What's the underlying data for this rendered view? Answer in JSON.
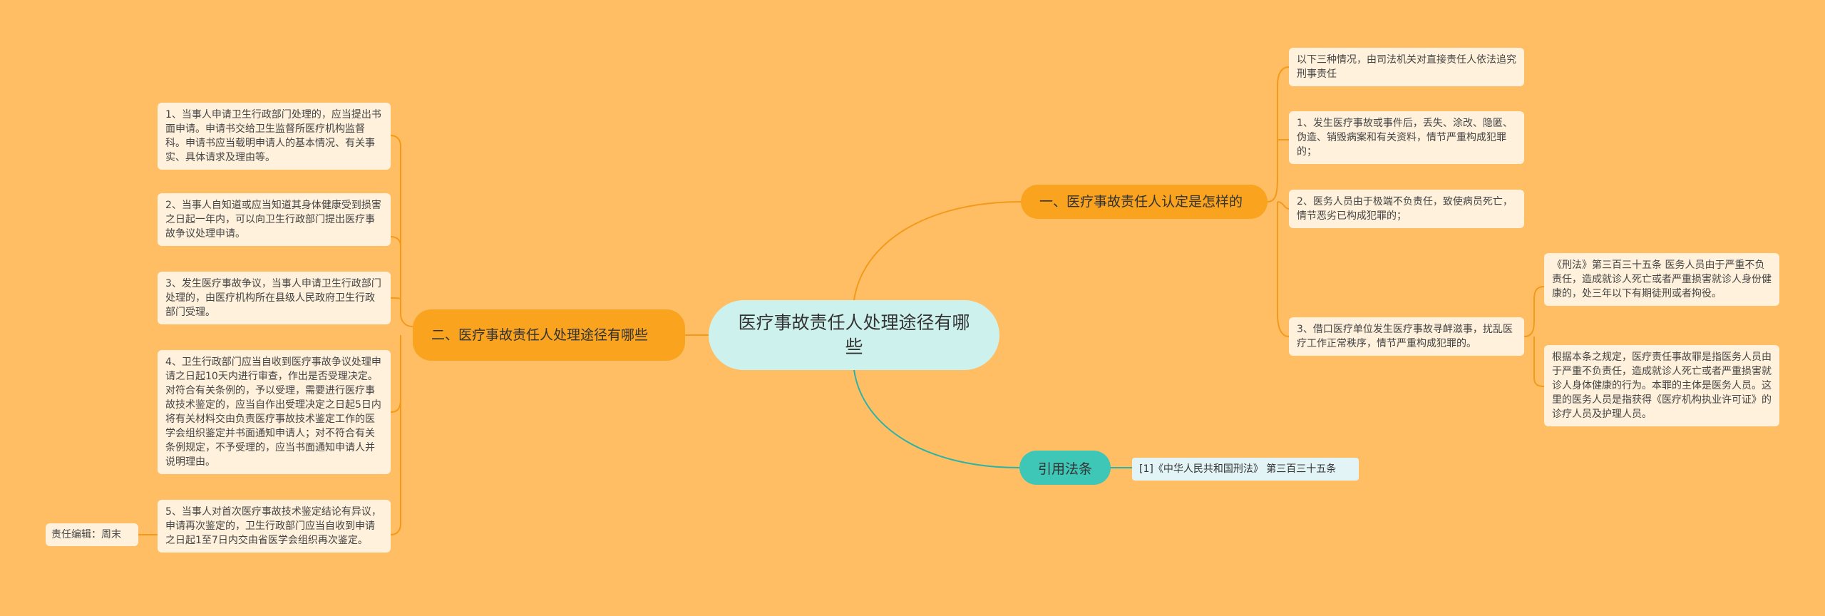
{
  "root": {
    "label": "医疗事故责任人处理途径有哪些"
  },
  "branch1": {
    "label": "一、医疗事故责任人认定是怎样的",
    "items": [
      "以下三种情况，由司法机关对直接责任人依法追究刑事责任",
      "1、发生医疗事故或事件后，丢失、涂改、隐匿、伪造、销毁病案和有关资料，情节严重构成犯罪的；",
      "2、医务人员由于极端不负责任，致使病员死亡，情节恶劣已构成犯罪的；",
      "3、借口医疗单位发生医疗事故寻衅滋事，扰乱医疗工作正常秩序，情节严重构成犯罪的。"
    ],
    "subitems": [
      "《刑法》第三百三十五条 医务人员由于严重不负责任，造成就诊人死亡或者严重损害就诊人身份健康的，处三年以下有期徒刑或者拘役。",
      "根据本条之规定，医疗责任事故罪是指医务人员由于严重不负责任，造成就诊人死亡或者严重损害就诊人身体健康的行为。本罪的主体是医务人员。这里的医务人员是指获得《医疗机构执业许可证》的诊疗人员及护理人员。"
    ]
  },
  "branch2": {
    "label": "二、医疗事故责任人处理途径有哪些",
    "items": [
      "1、当事人申请卫生行政部门处理的，应当提出书面申请。申请书交给卫生监督所医疗机构监督科。申请书应当载明申请人的基本情况、有关事实、具体请求及理由等。",
      "2、当事人自知道或应当知道其身体健康受到损害之日起一年内，可以向卫生行政部门提出医疗事故争议处理申请。",
      "3、发生医疗事故争议，当事人申请卫生行政部门处理的，由医疗机构所在县级人民政府卫生行政部门受理。",
      "4、卫生行政部门应当自收到医疗事故争议处理申请之日起10天内进行审查，作出是否受理决定。对符合有关条例的，予以受理，需要进行医疗事故技术鉴定的，应当自作出受理决定之日起5日内将有关材料交由负责医疗事故技术鉴定工作的医学会组织鉴定并书面通知申请人；对不符合有关条例规定，不予受理的，应当书面通知申请人并说明理由。",
      "5、当事人对首次医疗事故技术鉴定结论有异议，申请再次鉴定的，卫生行政部门应当自收到申请之日起1至7日内交由省医学会组织再次鉴定。"
    ],
    "editor": "责任编辑：周末"
  },
  "branch3": {
    "label": "引用法条",
    "items": [
      "[1]《中华人民共和国刑法》 第三百三十五条"
    ]
  },
  "colors": {
    "background": "#FFBE63",
    "root_fill": "#CDF2EE",
    "branch_fill": "#F9A31F",
    "ref_branch_fill": "#3EC6B6",
    "leaf_fill": "#FFF1DB",
    "ref_leaf_fill": "#E3F4F7",
    "link_orange": "#F39A1C",
    "link_teal": "#2BB3A6"
  }
}
